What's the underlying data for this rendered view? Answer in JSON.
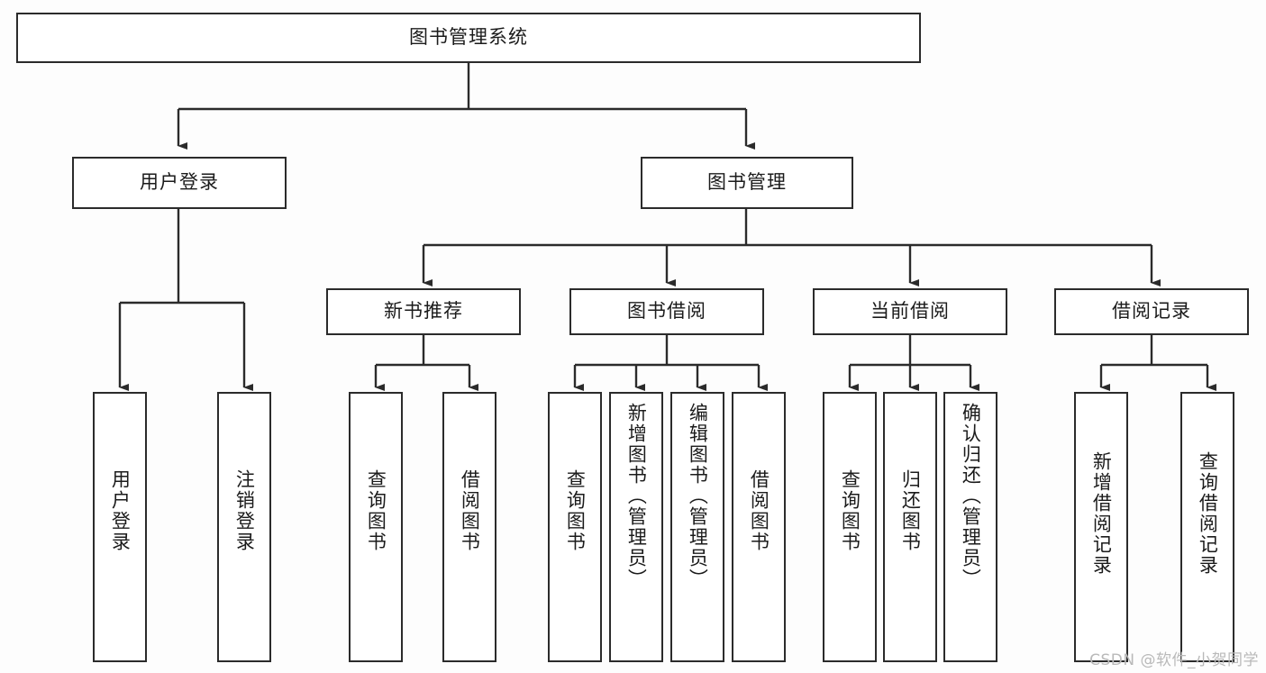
{
  "diagram": {
    "title": "图书管理系统",
    "type": "tree-structure-chart",
    "watermark": "CSDN @软件_小贺同学",
    "colors": {
      "border": "#2b2b2b",
      "node_fill": "#ffffff",
      "connector": "#2b2b2b",
      "page_background": "#fdfdfd",
      "watermark": "#b9b9b9"
    },
    "root": {
      "label": "图书管理系统"
    },
    "level2": [
      {
        "label": "用户登录"
      },
      {
        "label": "图书管理"
      }
    ],
    "level3": [
      {
        "label": "新书推荐"
      },
      {
        "label": "图书借阅"
      },
      {
        "label": "当前借阅"
      },
      {
        "label": "借阅记录"
      }
    ],
    "leaves": {
      "user_login": [
        {
          "label": "用户登录"
        },
        {
          "label": "注销登录"
        }
      ],
      "new_book_recommend": [
        {
          "label": "查询图书"
        },
        {
          "label": "借阅图书"
        }
      ],
      "book_borrow": [
        {
          "label": "查询图书"
        },
        {
          "label": "新增图书（管理员）"
        },
        {
          "label": "编辑图书（管理员）"
        },
        {
          "label": "借阅图书"
        }
      ],
      "current_borrow": [
        {
          "label": "查询图书"
        },
        {
          "label": "归还图书"
        },
        {
          "label": "确认归还（管理员）"
        }
      ],
      "borrow_record": [
        {
          "label": "新增借阅记录"
        },
        {
          "label": "查询借阅记录"
        }
      ]
    }
  }
}
